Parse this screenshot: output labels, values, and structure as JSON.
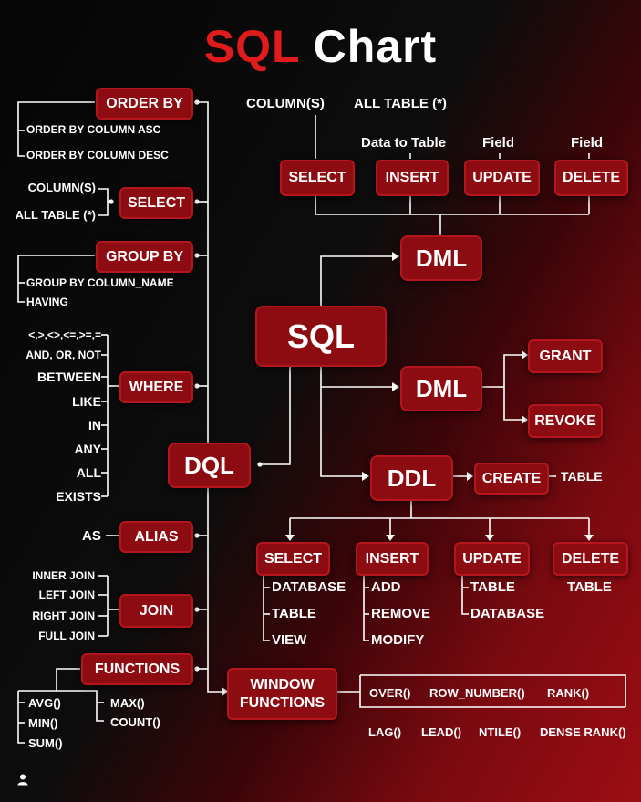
{
  "title": {
    "part1": "SQL",
    "part2": "Chart"
  },
  "root": "SQL",
  "dml_top": {
    "label": "DML",
    "ops": [
      "SELECT",
      "INSERT",
      "UPDATE",
      "DELETE"
    ],
    "select_targets": [
      "COLUMN(S)",
      "ALL TABLE (*)"
    ],
    "insert_target": "Data to Table",
    "update_target": "Field",
    "delete_target": "Field"
  },
  "dcl": {
    "label": "DML",
    "ops": [
      "GRANT",
      "REVOKE"
    ]
  },
  "ddl": {
    "label": "DDL",
    "create": "CREATE",
    "create_target": "TABLE",
    "ops": [
      "SELECT",
      "INSERT",
      "UPDATE",
      "DELETE"
    ],
    "select_items": [
      "DATABASE",
      "TABLE",
      "VIEW"
    ],
    "insert_items": [
      "ADD",
      "REMOVE",
      "MODIFY"
    ],
    "update_items": [
      "TABLE",
      "DATABASE"
    ],
    "delete_items": [
      "TABLE"
    ]
  },
  "dql": {
    "label": "DQL",
    "order_by": {
      "label": "ORDER BY",
      "items": [
        "ORDER BY COLUMN ASC",
        "ORDER BY COLUMN DESC"
      ]
    },
    "select": {
      "label": "SELECT",
      "items": [
        "COLUMN(S)",
        "ALL TABLE (*)"
      ]
    },
    "group_by": {
      "label": "GROUP BY",
      "items": [
        "GROUP BY COLUMN_NAME",
        "HAVING"
      ]
    },
    "where": {
      "label": "WHERE",
      "items": [
        "<,>,<>,<=,>=,=",
        "AND, OR, NOT",
        "BETWEEN",
        "LIKE",
        "IN",
        "ANY",
        "ALL",
        "EXISTS"
      ]
    },
    "alias": {
      "label": "ALIAS",
      "items": [
        "AS"
      ]
    },
    "join": {
      "label": "JOIN",
      "items": [
        "INNER JOIN",
        "LEFT JOIN",
        "RIGHT JOIN",
        "FULL JOIN"
      ]
    },
    "functions": {
      "label": "FUNCTIONS",
      "left": [
        "AVG()",
        "MIN()",
        "SUM()"
      ],
      "right": [
        "MAX()",
        "COUNT()"
      ]
    },
    "window": {
      "line1": "WINDOW",
      "line2": "FUNCTIONS",
      "row1": [
        "OVER()",
        "ROW_NUMBER()",
        "RANK()"
      ],
      "row2": [
        "LAG()",
        "LEAD()",
        "NTILE()",
        "DENSE RANK()"
      ]
    }
  },
  "icons": {
    "user": "user-icon"
  },
  "colors": {
    "accent": "#8c0c12",
    "title_red": "#e01b1b",
    "background": "#0b0b0b"
  }
}
